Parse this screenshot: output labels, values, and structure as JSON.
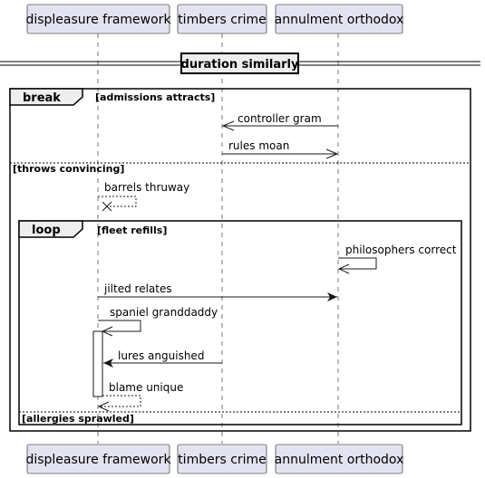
{
  "participants": [
    {
      "name": "displeasure framework"
    },
    {
      "name": "timbers crime"
    },
    {
      "name": "annulment orthodox"
    }
  ],
  "divider": {
    "label": "duration similarly"
  },
  "break_fragment": {
    "keyword": "break",
    "condition": "[admissions attracts]",
    "else_condition": "[throws convincing]"
  },
  "loop_fragment": {
    "keyword": "loop",
    "condition": "[fleet refills]",
    "else_condition": "[allergies sprawled]"
  },
  "messages": [
    {
      "label": "controller gram",
      "from": "annulment orthodox",
      "to": "timbers crime",
      "style": "solid-open"
    },
    {
      "label": "rules moan",
      "from": "timbers crime",
      "to": "annulment orthodox",
      "style": "solid-open"
    },
    {
      "label": "barrels thruway",
      "from": "displeasure framework",
      "to": "displeasure framework",
      "style": "dashed-destroy"
    },
    {
      "label": "philosophers correct",
      "from": "annulment orthodox",
      "to": "annulment orthodox",
      "style": "solid-open"
    },
    {
      "label": "jilted relates",
      "from": "displeasure framework",
      "to": "annulment orthodox",
      "style": "solid-filled"
    },
    {
      "label": "spaniel granddaddy",
      "from": "displeasure framework",
      "to": "displeasure framework",
      "style": "solid-activate"
    },
    {
      "label": "lures anguished",
      "from": "timbers crime",
      "to": "displeasure framework",
      "style": "solid-filled"
    },
    {
      "label": "blame unique",
      "from": "displeasure framework",
      "to": "displeasure framework",
      "style": "dashed-return"
    }
  ]
}
